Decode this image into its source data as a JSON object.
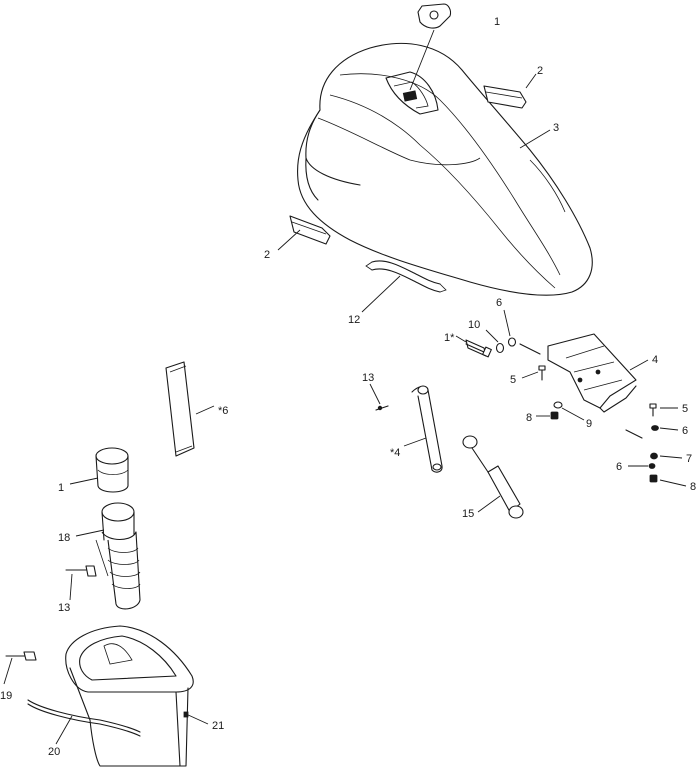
{
  "callouts": [
    {
      "id": "c1a",
      "text": "1"
    },
    {
      "id": "c2a",
      "text": "2"
    },
    {
      "id": "c3",
      "text": "3"
    },
    {
      "id": "c2b",
      "text": "2"
    },
    {
      "id": "c12",
      "text": "12"
    },
    {
      "id": "c6a",
      "text": "6"
    },
    {
      "id": "c10",
      "text": "10"
    },
    {
      "id": "c1b",
      "text": "1*"
    },
    {
      "id": "c4a",
      "text": "4"
    },
    {
      "id": "c5a",
      "text": "5"
    },
    {
      "id": "c13a",
      "text": "13"
    },
    {
      "id": "c8a",
      "text": "8"
    },
    {
      "id": "c9",
      "text": "9"
    },
    {
      "id": "c5b",
      "text": "5"
    },
    {
      "id": "c6b",
      "text": "6"
    },
    {
      "id": "c14",
      "text": "*4"
    },
    {
      "id": "c16",
      "text": "*6"
    },
    {
      "id": "c7",
      "text": "7"
    },
    {
      "id": "c6c",
      "text": "6"
    },
    {
      "id": "c8b",
      "text": "8"
    },
    {
      "id": "c1c",
      "text": "1"
    },
    {
      "id": "c15",
      "text": "15"
    },
    {
      "id": "c18",
      "text": "18"
    },
    {
      "id": "c13b",
      "text": "13"
    },
    {
      "id": "c19",
      "text": "19"
    },
    {
      "id": "c21",
      "text": "21"
    },
    {
      "id": "c20",
      "text": "20"
    }
  ]
}
